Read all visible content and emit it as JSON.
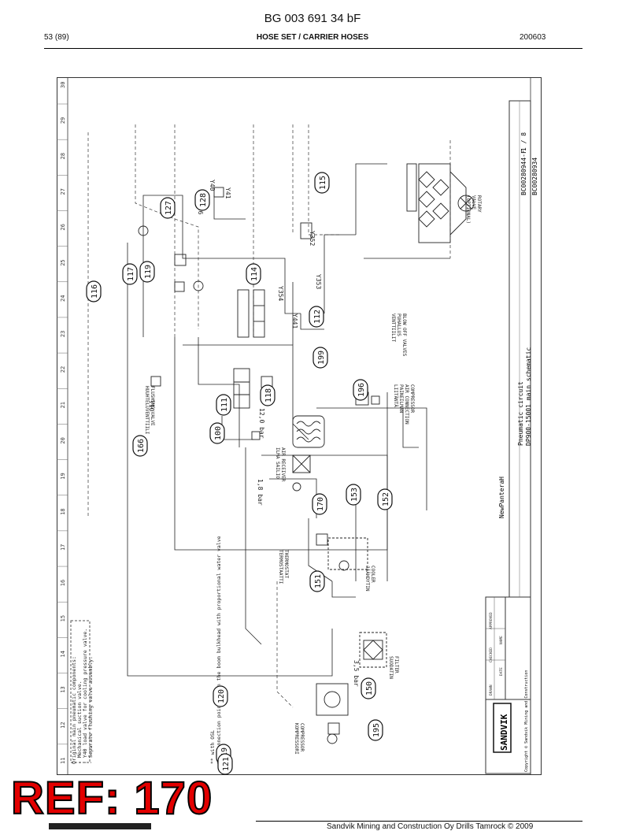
{
  "header": {
    "doc_id": "BG 003 691 34 bF",
    "page": "53 (89)",
    "section": "HOSE SET / CARRIER HOSES",
    "date": "200603"
  },
  "schematic": {
    "column_numbers": [
      "11",
      "12",
      "13",
      "14",
      "15",
      "16",
      "17",
      "18",
      "19",
      "20",
      "21",
      "22",
      "23",
      "24",
      "25",
      "26",
      "27",
      "28",
      "29",
      "30"
    ],
    "callouts": [
      "116",
      "117",
      "119",
      "127",
      "128",
      "114",
      "115",
      "112",
      "199",
      "196",
      "118",
      "111",
      "100",
      "166",
      "170",
      "153",
      "152",
      "151",
      "150",
      "120",
      "195",
      "119",
      "121"
    ],
    "component_labels": {
      "flushing_valve": "FLUSHING VALVE\nHUUHTELUVENTTIILI",
      "air_receiver": "AIR RECEIVER\nILMA SAILIO",
      "thermostat": "THERMOSTAT\nTERMOSTAATTI",
      "cooler": "COOLER\nJÄÄHDYTIN",
      "filter": "FILTER\nSUODATIN",
      "blow_off_valves": "BLOW OFF VALVES\nPUHALLUS\nVENTTIILIT",
      "compressor": "COMPRESSOR\nKOMPRESSORI",
      "compressor_air_connection": "COMPRESSOR\nAIR CONNECTION\nPAINEILMAN\nLIITÄNTÄ",
      "rotary_valve": "ROTARY\nVALVE\n(OPTIONAL)"
    },
    "valve_codes": [
      "Y10",
      "Y353",
      "Y354",
      "Y441",
      "Y352",
      "Y36",
      "Y40",
      "Y41"
    ],
    "pressure_labels": [
      "3,5 bar",
      "1,8 bar",
      "12,0 bar"
    ],
    "notes": [
      "Original main pneumatic components:",
      "- Mechanical suction valve.",
      "- Y40 load valve for cooling pressure valve.",
      "- Separate flushing valve assembly.",
      "** with OSL",
      "*** Connection point is on the boom bulkhead with proportional water valve"
    ],
    "title_block": {
      "brand": "SANDVIK",
      "drawing_title": "Pneumatic circuit\nDP900-15001 main schematic",
      "sheet": "1 / 8",
      "doc_no_1": "BC00280944-F",
      "doc_no_2": "BC00280934",
      "model": "NewPanteraH",
      "row_labels": [
        "DRAWN",
        "CHECKED",
        "APPROVED"
      ],
      "col_labels": [
        "DATE",
        "NAME"
      ],
      "copyright": "Copyright © Sandvik Mining and Construction"
    }
  },
  "ref": {
    "text": "REF: 170"
  },
  "footer": {
    "text": "Sandvik Mining and Construction Oy Drills Tamrock © 2009"
  },
  "colors": {
    "ref_fill": "#e20000",
    "line": "#222222"
  }
}
